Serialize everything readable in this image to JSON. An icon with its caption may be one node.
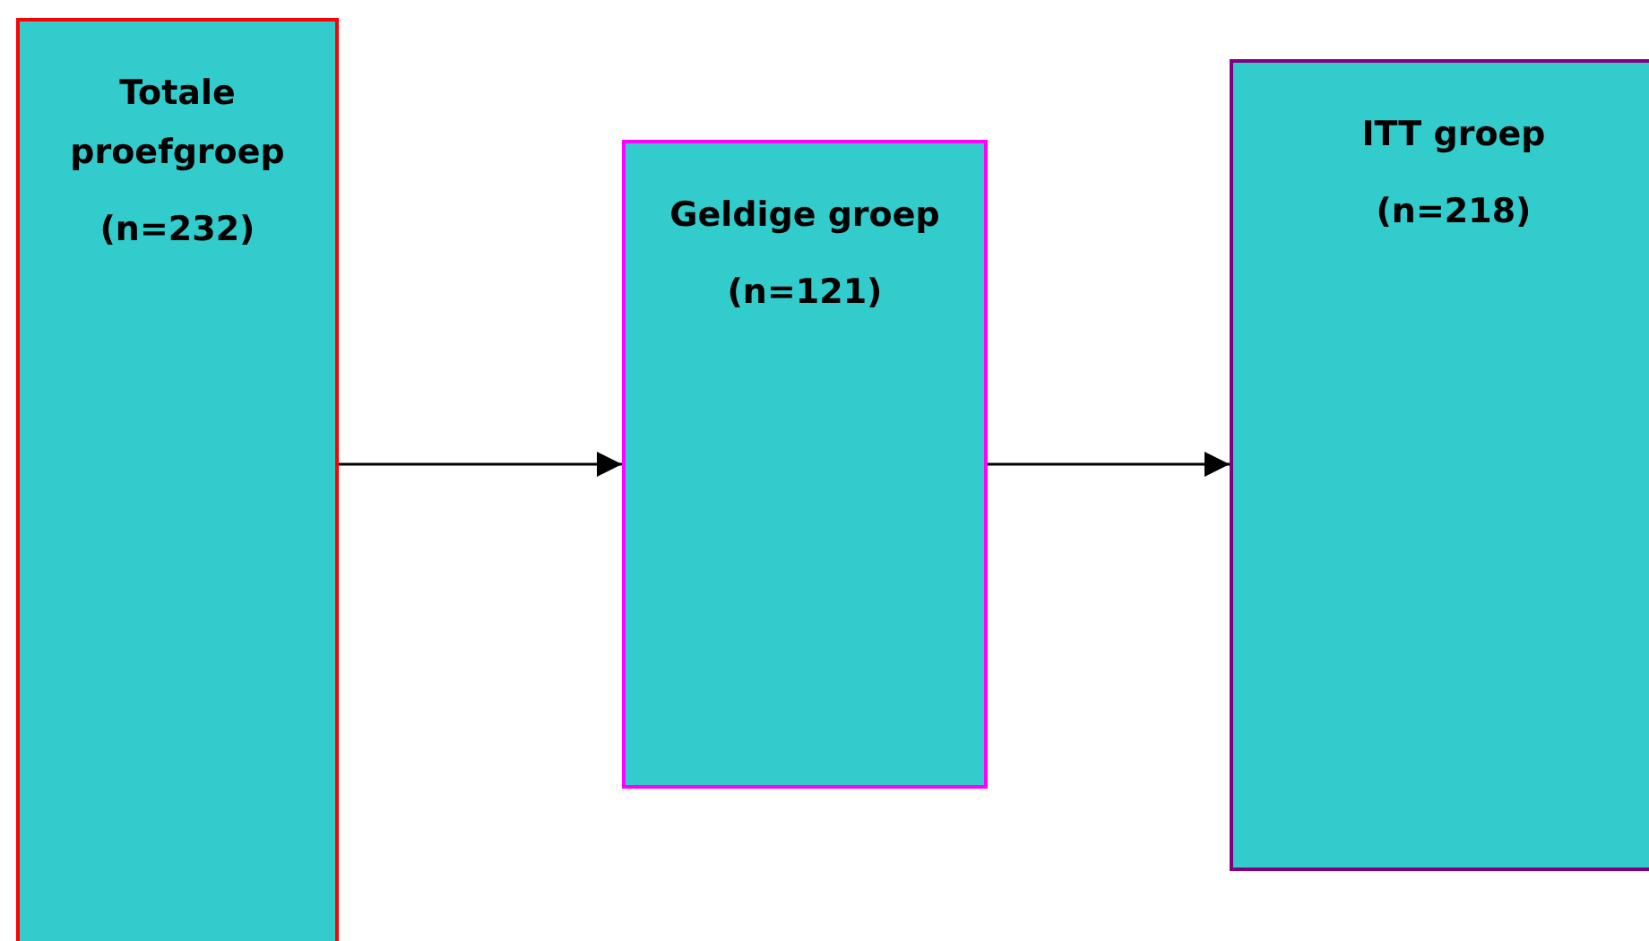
{
  "diagram": {
    "nodes": [
      {
        "text": [
          "Totale proefgroep",
          "(n=232)"
        ]
      },
      {
        "text": [
          "Geldige groep",
          "(n=121)"
        ]
      },
      {
        "text": [
          "ITT groep",
          "(n=218)"
        ]
      }
    ],
    "edges": [
      {
        "from": 0,
        "to": 1,
        "arrow": "to"
      },
      {
        "from": 1,
        "to": 2,
        "arrow": "to"
      }
    ]
  }
}
